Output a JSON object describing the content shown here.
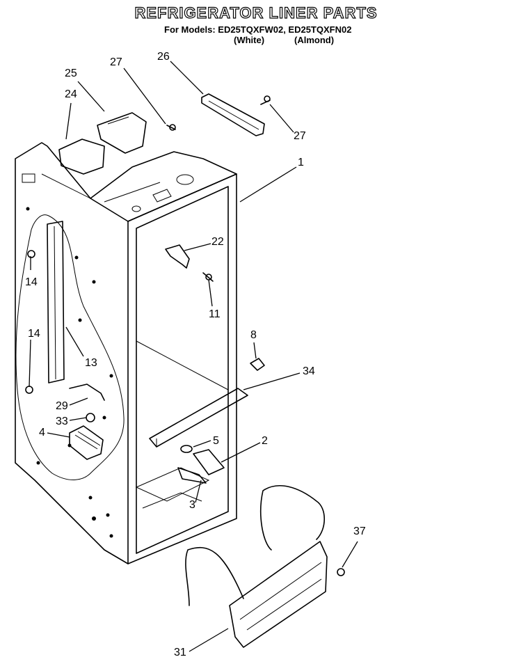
{
  "header": {
    "title": "REFRIGERATOR LINER PARTS",
    "models_line": "For Models: ED25TQXFW02, ED25TQXFN02",
    "variant_white": "(White)",
    "variant_almond": "(Almond)"
  },
  "callouts": [
    {
      "id": "c27a",
      "label": "27"
    },
    {
      "id": "c26",
      "label": "26"
    },
    {
      "id": "c25",
      "label": "25"
    },
    {
      "id": "c24",
      "label": "24"
    },
    {
      "id": "c27b",
      "label": "27"
    },
    {
      "id": "c1",
      "label": "1"
    },
    {
      "id": "c22",
      "label": "22"
    },
    {
      "id": "c14a",
      "label": "14"
    },
    {
      "id": "c11",
      "label": "11"
    },
    {
      "id": "c14b",
      "label": "14"
    },
    {
      "id": "c8",
      "label": "8"
    },
    {
      "id": "c13",
      "label": "13"
    },
    {
      "id": "c34",
      "label": "34"
    },
    {
      "id": "c29",
      "label": "29"
    },
    {
      "id": "c33",
      "label": "33"
    },
    {
      "id": "c4",
      "label": "4"
    },
    {
      "id": "c5",
      "label": "5"
    },
    {
      "id": "c2",
      "label": "2"
    },
    {
      "id": "c3",
      "label": "3"
    },
    {
      "id": "c37",
      "label": "37"
    },
    {
      "id": "c31",
      "label": "31"
    }
  ]
}
